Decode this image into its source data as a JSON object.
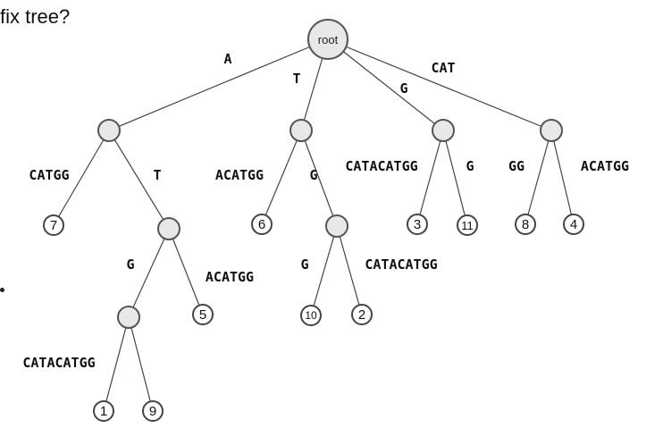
{
  "heading": "fix tree?",
  "root_label": "root",
  "edge_labels": {
    "root_n1": "A",
    "root_n2": "T",
    "root_n3": "G",
    "root_n4": "CAT",
    "n1_l7": "CATGG",
    "n1_n5": "T",
    "n5_n7": "G",
    "n5_l5": "ACATGG",
    "n2_l6": "ACATGG",
    "n2_n6": "G",
    "n6_l10": "G",
    "n6_l2": "CATACATGG",
    "n3_l3": "CATACATGG",
    "n3_l11": "G",
    "n4_l8": "GG",
    "n4_l4": "ACATGG",
    "n7_l1": "CATACATGG"
  },
  "leaves": {
    "l7": "7",
    "l6": "6",
    "l3": "3",
    "l11": "11",
    "l8": "8",
    "l4": "4",
    "l5": "5",
    "l10": "10",
    "l2": "2",
    "l1": "1",
    "l9": "9"
  }
}
